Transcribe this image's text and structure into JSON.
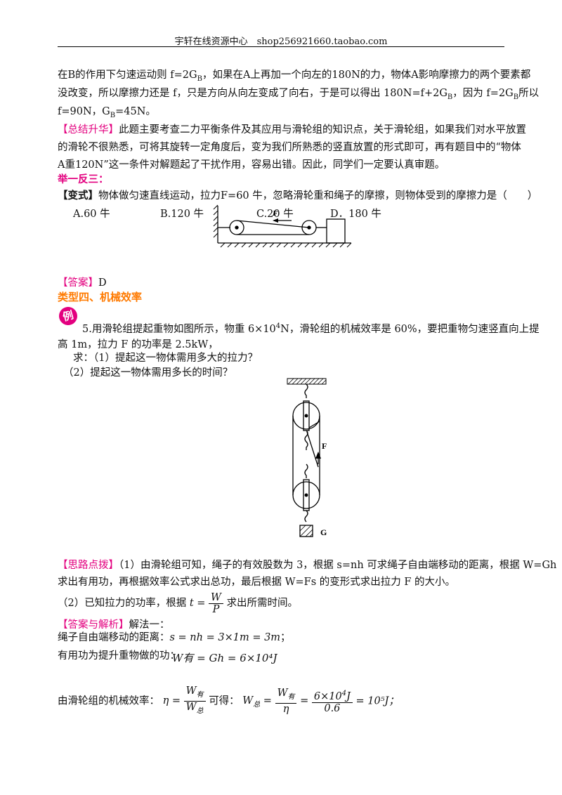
{
  "header": "宇轩在线资源中心　shop256921660.taobao.com",
  "p1": [
    "在B的作用下匀速运动则 f=2G",
    "B",
    "，如果在A上再加一个向左的180N的力，物体A影响摩擦力的两个要素都"
  ],
  "p2": [
    "没改变，所以摩擦力还是 f，只是方向从向左变成了向右，于是可以得出 180N=f+2G",
    "B",
    "，因为 f=2G",
    "B",
    "所以"
  ],
  "p3": [
    "f=90N，G",
    "B",
    "=45N。"
  ],
  "summary": {
    "tag": "【总结升华】",
    "line1": "此题主要考查二力平衡条件及其应用与滑轮组的知识点，关于滑轮组，如果我们对水平放置",
    "line2": "的滑轮不很熟悉，可将其旋转一定角度后，变为我们所熟悉的竖直放置的形式即可，再有题目中的“物体",
    "line3": "A重120N”这一条件对解题起了干扰作用，容易出错。因此，同学们一定要认真审题。"
  },
  "juyi": "举一反三：",
  "variant": {
    "tag": "【变式】",
    "text": "物体做匀速直线运动，拉力F=60 牛，忽略滑轮重和绳子的摩擦，则物体受到的摩擦力是（　　）",
    "options": [
      "A.60 牛",
      "B.120 牛",
      "C.20 牛",
      "D．180 牛"
    ],
    "fig_label": "F"
  },
  "answer1": {
    "tag": "【答案】",
    "value": "D"
  },
  "section": "类型四、机械效率",
  "example": {
    "badge": "例",
    "line1a": "5.用滑轮组提起重物如图所示，物重 6×10",
    "line1sup": "4",
    "line1b": "N，滑轮组的机械效率是 60%，要把重物匀速竖直向上提",
    "line2": "高 1m，拉力 F 的功率是 2.5kW，",
    "q1": "求：（1）提起这一物体需用多大的拉力？",
    "q2": "（2）提起这一物体需用多长的时间？",
    "fig_F": "F",
    "fig_G": "G"
  },
  "hint": {
    "tag": "【思路点拨】",
    "line1": "（1）由滑轮组可知，绳子的有效股数为 3，根据 s=nh 可求绳子自由端移动的距离，根据 W=Gh",
    "line2": "求出有用功，再根据效率公式求出总功，最后根据 W=Fs 的变形式求出拉力 F 的大小。",
    "line3a": "（2）已知拉力的功率，根据",
    "line3b": "求出所需时间。"
  },
  "solution": {
    "tag": "【答案与解析】",
    "intro": "解法一：",
    "s_label": "绳子自由端移动的距离：",
    "s_formula": "s = nh = 3×1m = 3m",
    "w_label": "有用功为提升重物做的功：",
    "w_formula": "W有 = Gh = 6×10⁴J",
    "eta_label": "由滑轮组的机械效率：",
    "eta_mid": "可得：",
    "wtotal_result": "= 10⁵J；"
  }
}
